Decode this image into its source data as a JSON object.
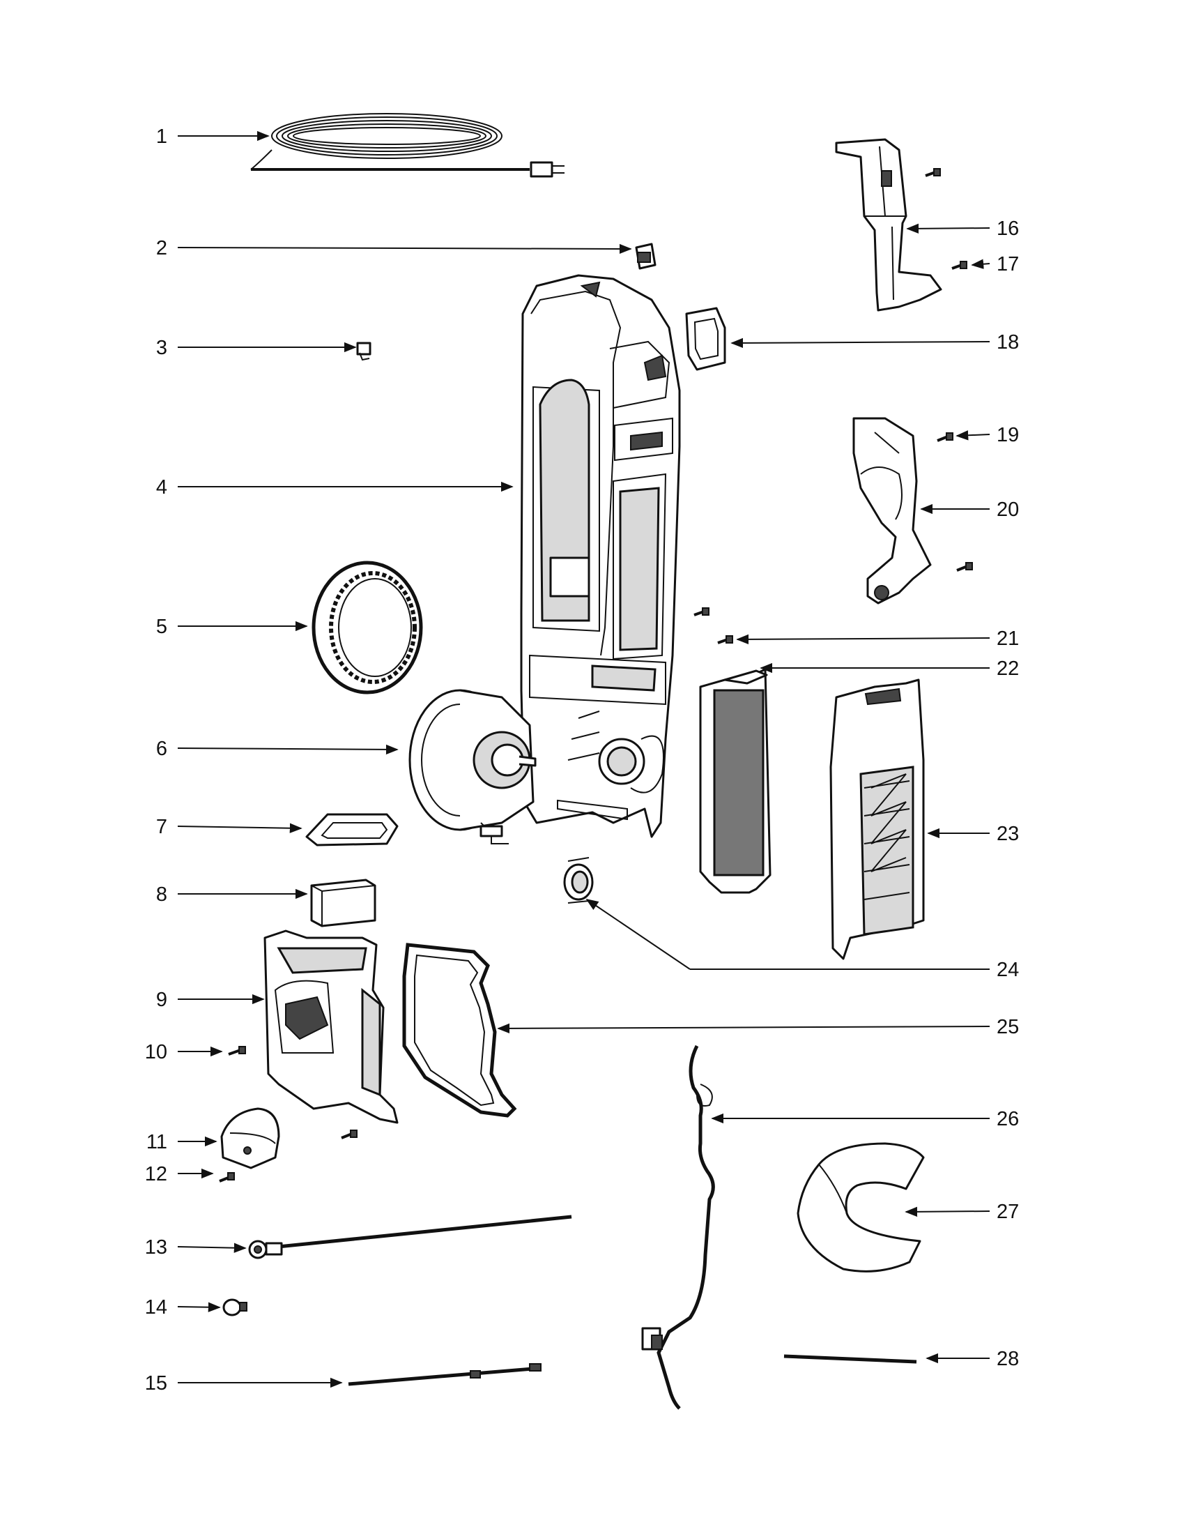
{
  "callouts": [
    {
      "id": "1",
      "label": "1"
    },
    {
      "id": "2",
      "label": "2"
    },
    {
      "id": "3",
      "label": "3"
    },
    {
      "id": "4",
      "label": "4"
    },
    {
      "id": "5",
      "label": "5"
    },
    {
      "id": "6",
      "label": "6"
    },
    {
      "id": "7",
      "label": "7"
    },
    {
      "id": "8",
      "label": "8"
    },
    {
      "id": "9",
      "label": "9"
    },
    {
      "id": "10",
      "label": "10"
    },
    {
      "id": "11",
      "label": "11"
    },
    {
      "id": "12",
      "label": "12"
    },
    {
      "id": "13",
      "label": "13"
    },
    {
      "id": "14",
      "label": "14"
    },
    {
      "id": "15",
      "label": "15"
    },
    {
      "id": "16",
      "label": "16"
    },
    {
      "id": "17",
      "label": "17"
    },
    {
      "id": "18",
      "label": "18"
    },
    {
      "id": "19",
      "label": "19"
    },
    {
      "id": "20",
      "label": "20"
    },
    {
      "id": "21",
      "label": "21"
    },
    {
      "id": "22",
      "label": "22"
    },
    {
      "id": "23",
      "label": "23"
    },
    {
      "id": "24",
      "label": "24"
    },
    {
      "id": "25",
      "label": "25"
    },
    {
      "id": "26",
      "label": "26"
    },
    {
      "id": "27",
      "label": "27"
    },
    {
      "id": "28",
      "label": "28"
    }
  ],
  "colors": {
    "ink": "#111111",
    "paper": "#ffffff",
    "shade": "#d9d9d9"
  }
}
